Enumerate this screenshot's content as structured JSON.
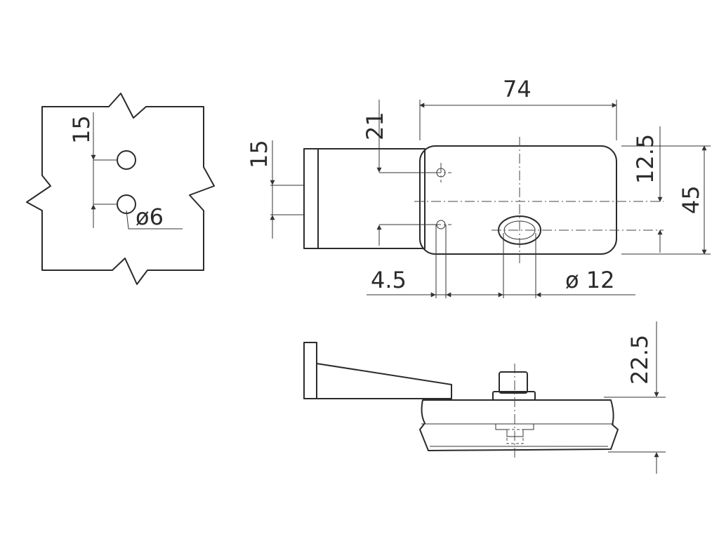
{
  "dimensions": {
    "overall_length": "74",
    "overall_height": "45",
    "hole_offset": "12.5",
    "hole_spacing": "21",
    "bracket_width": "15",
    "detail_hole_spacing": "15",
    "hole_diameter": "ø6",
    "edge_offset": "4.5",
    "cable_diameter": "ø 12",
    "depth": "22.5"
  }
}
